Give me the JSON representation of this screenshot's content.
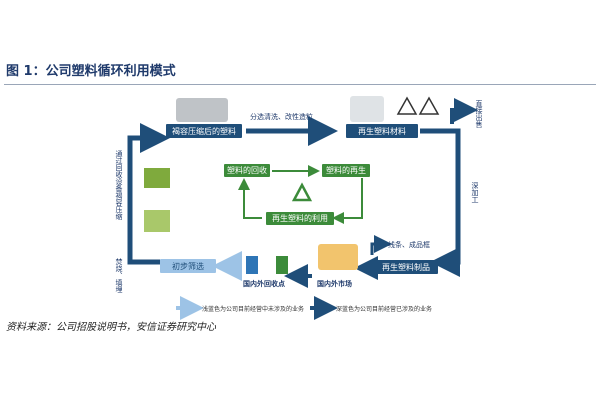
{
  "figure": {
    "title": "图 1：公司塑料循环利用模式",
    "source": "资料来源：公司招股说明书，安信证券研究中心"
  },
  "nodes": {
    "compressed": "褐容压缩后的塑料",
    "recycled_material": "再生塑料材料",
    "recycled_product": "再生塑料制品",
    "domestic_market": "国内外市场",
    "domestic_collection": "国内外回收点",
    "initial_sort": "初步筛选",
    "plastic_recycle": "塑料的回收",
    "plastic_regen": "塑料的再生",
    "plastic_reuse": "再生塑料的利用"
  },
  "labels": {
    "sort_clean": "分选清洗、改性造粒",
    "direct_export": "直接出售",
    "deep_process": "深加工",
    "collect_compress": "通过回收设备褐容压缩",
    "incinerate": "焚烧、填埋",
    "product_types": "线条、成品框"
  },
  "legend": {
    "light_item": "浅蓝色为公司目前经营中未涉及的业务",
    "dark_item": "深蓝色为公司目前经营已涉及的业务"
  },
  "colors": {
    "dark_blue": "#1f4e79",
    "light_blue": "#9dc3e6",
    "green": "#3c8b3a"
  }
}
